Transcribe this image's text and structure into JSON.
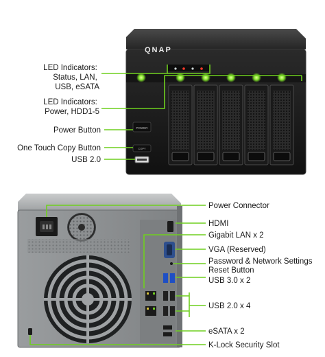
{
  "brand": "QNAP",
  "front_labels": {
    "led_status": [
      "LED Indicators:",
      "Status, LAN,",
      "USB, eSATA"
    ],
    "led_power": [
      "LED Indicators:",
      "Power, HDD1-5"
    ],
    "power_button": "Power Button",
    "one_touch_copy": "One Touch Copy Button",
    "usb2_front": "USB 2.0"
  },
  "front_panel": {
    "power_text": "POWER",
    "copy_text": "COPY"
  },
  "rear_labels": {
    "power_connector": "Power Connector",
    "hdmi": "HDMI",
    "gigabit_lan": "Gigabit LAN x 2",
    "vga": "VGA (Reserved)",
    "reset": [
      "Password & Network Settings",
      "Reset Button"
    ],
    "usb3": "USB 3.0 x 2",
    "usb2_rear": "USB 2.0 x 4",
    "esata": "eSATA x 2",
    "klock": "K-Lock Security Slot"
  },
  "colors": {
    "leader": "#6fcf1f",
    "case_front": "#1c1c1c",
    "case_rear": "#8f9294"
  }
}
